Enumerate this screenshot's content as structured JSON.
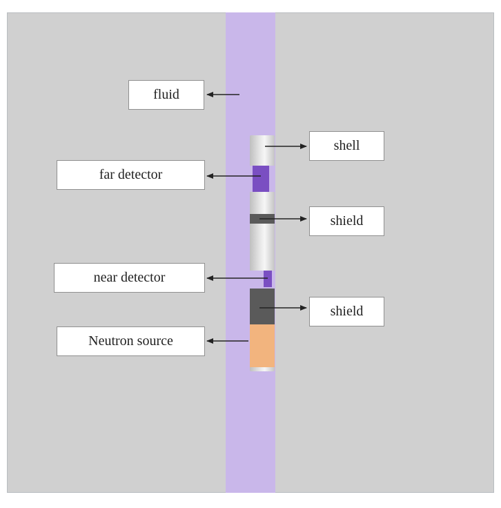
{
  "colors": {
    "background": "#d0d0d0",
    "fluid": "#c9b7ea",
    "tool_shell": "#e6e6e6",
    "detector": "#7a4fc2",
    "shield": "#5a5a5a",
    "neutron_source": "#f2b47e"
  },
  "labels": {
    "fluid": "fluid",
    "shell": "shell",
    "far_detector": "far detector",
    "shield_upper": "shield",
    "near_detector": "near detector",
    "shield_lower": "shield",
    "neutron_source": "Neutron source"
  }
}
